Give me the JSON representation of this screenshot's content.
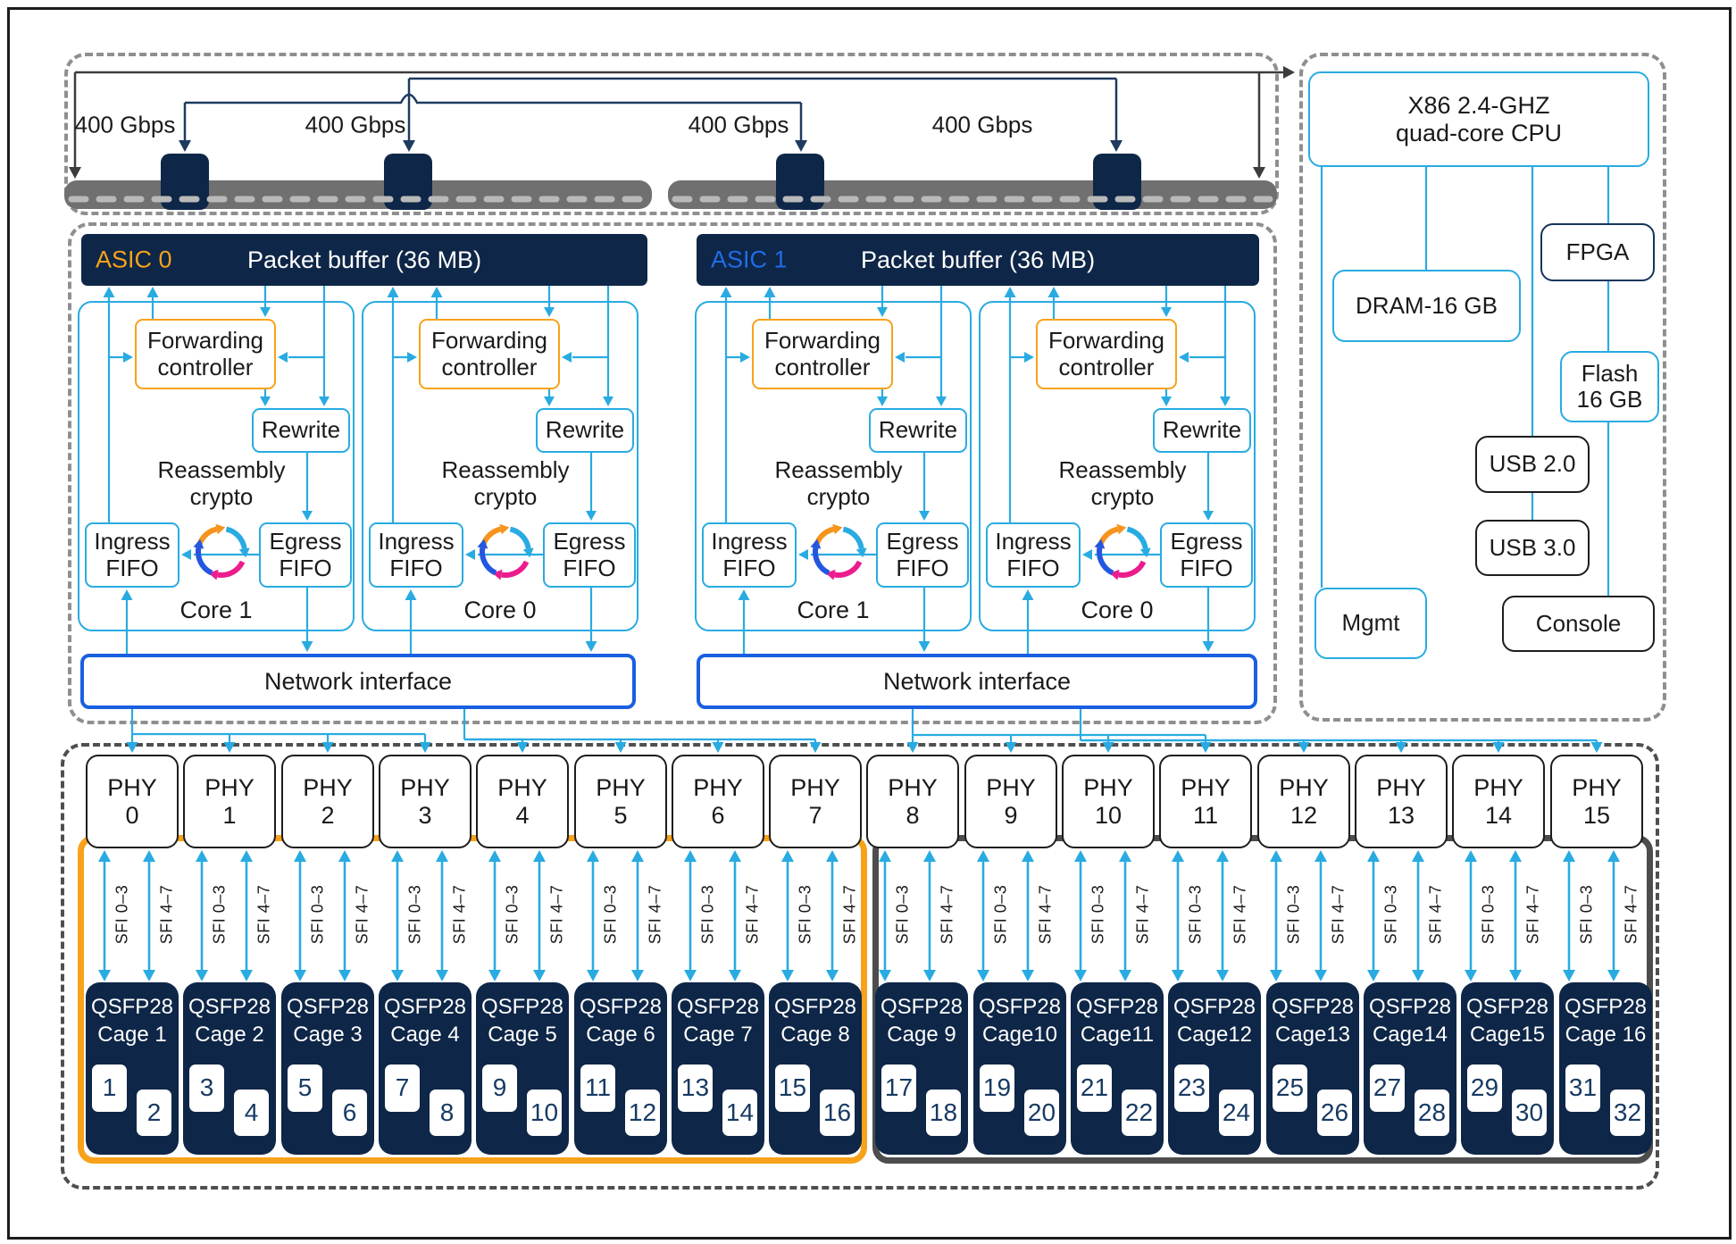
{
  "colors": {
    "cyan": "#29abe2",
    "orange": "#f7a21a",
    "blue": "#1f6ce8",
    "navy_fill": "#0e2647",
    "navy_line": "#1e3a5f",
    "black_line": "#3c3c3c",
    "charcoal": "#4d4d4d"
  },
  "top_section": {
    "links": [
      {
        "label": "400 Gbps"
      },
      {
        "label": "400 Gbps"
      },
      {
        "label": "400 Gbps"
      },
      {
        "label": "400 Gbps"
      }
    ]
  },
  "core_parts": {
    "forwarding_l1": "Forwarding",
    "forwarding_l2": "controller",
    "rewrite": "Rewrite",
    "reassembly_l1": "Reassembly",
    "reassembly_l2": "crypto",
    "ingress_l1": "Ingress",
    "ingress_l2": "FIFO",
    "egress_l1": "Egress",
    "egress_l2": "FIFO"
  },
  "asics": [
    {
      "name": "ASIC 0",
      "buffer": "Packet buffer (36 MB)",
      "nic": "Network interface",
      "cores": [
        {
          "name": "Core 1"
        },
        {
          "name": "Core 0"
        }
      ]
    },
    {
      "name": "ASIC 1",
      "buffer": "Packet buffer (36 MB)",
      "nic": "Network interface",
      "cores": [
        {
          "name": "Core 1"
        },
        {
          "name": "Core 0"
        }
      ]
    }
  ],
  "cpu_panel": {
    "cpu_l1": "X86 2.4-GHZ",
    "cpu_l2": "quad-core CPU",
    "dram": "DRAM-16 GB",
    "fpga": "FPGA",
    "flash_l1": "Flash",
    "flash_l2": "16 GB",
    "usb2": "USB 2.0",
    "usb3": "USB 3.0",
    "mgmt": "Mgmt",
    "console": "Console"
  },
  "ports": {
    "sfi_a": "SFI 0–3",
    "sfi_b": "SFI 4–7",
    "phys": [
      {
        "l1": "PHY",
        "l2": "0"
      },
      {
        "l1": "PHY",
        "l2": "1"
      },
      {
        "l1": "PHY",
        "l2": "2"
      },
      {
        "l1": "PHY",
        "l2": "3"
      },
      {
        "l1": "PHY",
        "l2": "4"
      },
      {
        "l1": "PHY",
        "l2": "5"
      },
      {
        "l1": "PHY",
        "l2": "6"
      },
      {
        "l1": "PHY",
        "l2": "7"
      },
      {
        "l1": "PHY",
        "l2": "8"
      },
      {
        "l1": "PHY",
        "l2": "9"
      },
      {
        "l1": "PHY",
        "l2": "10"
      },
      {
        "l1": "PHY",
        "l2": "11"
      },
      {
        "l1": "PHY",
        "l2": "12"
      },
      {
        "l1": "PHY",
        "l2": "13"
      },
      {
        "l1": "PHY",
        "l2": "14"
      },
      {
        "l1": "PHY",
        "l2": "15"
      }
    ],
    "cages": [
      {
        "l1": "QSFP28",
        "l2": "Cage 1",
        "p1": "1",
        "p2": "2"
      },
      {
        "l1": "QSFP28",
        "l2": "Cage 2",
        "p1": "3",
        "p2": "4"
      },
      {
        "l1": "QSFP28",
        "l2": "Cage 3",
        "p1": "5",
        "p2": "6"
      },
      {
        "l1": "QSFP28",
        "l2": "Cage 4",
        "p1": "7",
        "p2": "8"
      },
      {
        "l1": "QSFP28",
        "l2": "Cage 5",
        "p1": "9",
        "p2": "10"
      },
      {
        "l1": "QSFP28",
        "l2": "Cage 6",
        "p1": "11",
        "p2": "12"
      },
      {
        "l1": "QSFP28",
        "l2": "Cage 7",
        "p1": "13",
        "p2": "14"
      },
      {
        "l1": "QSFP28",
        "l2": "Cage 8",
        "p1": "15",
        "p2": "16"
      },
      {
        "l1": "QSFP28",
        "l2": "Cage 9",
        "p1": "17",
        "p2": "18"
      },
      {
        "l1": "QSFP28",
        "l2": "Cage10",
        "p1": "19",
        "p2": "20"
      },
      {
        "l1": "QSFP28",
        "l2": "Cage11",
        "p1": "21",
        "p2": "22"
      },
      {
        "l1": "QSFP28",
        "l2": "Cage12",
        "p1": "23",
        "p2": "24"
      },
      {
        "l1": "QSFP28",
        "l2": "Cage13",
        "p1": "25",
        "p2": "26"
      },
      {
        "l1": "QSFP28",
        "l2": "Cage14",
        "p1": "27",
        "p2": "28"
      },
      {
        "l1": "QSFP28",
        "l2": "Cage15",
        "p1": "29",
        "p2": "30"
      },
      {
        "l1": "QSFP28",
        "l2": "Cage 16",
        "p1": "31",
        "p2": "32"
      }
    ]
  }
}
